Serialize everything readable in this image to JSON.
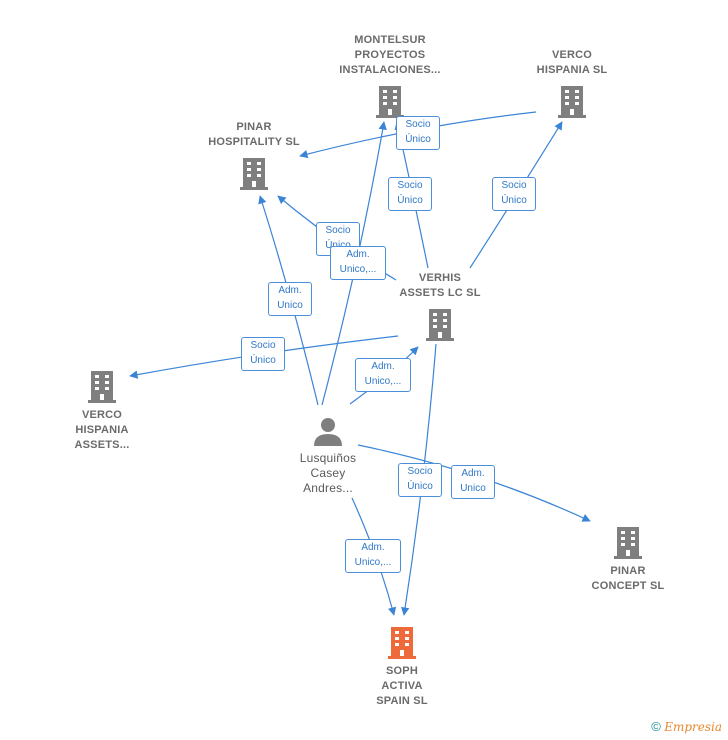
{
  "colors": {
    "building": "#7f7f7f",
    "building_highlight": "#ef6a3a",
    "edge": "#3a84d6",
    "person": "#7f7f7f"
  },
  "nodes": {
    "montelsur": {
      "lines": [
        "MONTELSUR",
        "PROYECTOS",
        "INSTALACIONES..."
      ]
    },
    "verco_hispania": {
      "lines": [
        "VERCO",
        "HISPANIA SL"
      ]
    },
    "pinar_hospitality": {
      "lines": [
        "PINAR",
        "HOSPITALITY SL"
      ]
    },
    "verhis": {
      "lines": [
        "VERHIS",
        "ASSETS LC  SL"
      ]
    },
    "verco_assets": {
      "lines": [
        "VERCO",
        "HISPANIA",
        "ASSETS..."
      ]
    },
    "person": {
      "lines": [
        "Lusquiños",
        "Casey",
        "Andres..."
      ]
    },
    "pinar_concept": {
      "lines": [
        "PINAR",
        "CONCEPT  SL"
      ]
    },
    "soph": {
      "lines": [
        "SOPH",
        "ACTIVA",
        "SPAIN  SL"
      ]
    }
  },
  "badges": [
    {
      "lines": [
        "Socio",
        "Único"
      ]
    },
    {
      "lines": [
        "Socio",
        "Único"
      ]
    },
    {
      "lines": [
        "Socio",
        "Único"
      ]
    },
    {
      "lines": [
        "Socio",
        "Único"
      ]
    },
    {
      "lines": [
        "Adm.",
        "Unico,..."
      ]
    },
    {
      "lines": [
        "Adm.",
        "Unico"
      ]
    },
    {
      "lines": [
        "Socio",
        "Único"
      ]
    },
    {
      "lines": [
        "Adm.",
        "Unico,..."
      ]
    },
    {
      "lines": [
        "Socio",
        "Único"
      ]
    },
    {
      "lines": [
        "Adm.",
        "Unico"
      ]
    },
    {
      "lines": [
        "Adm.",
        "Unico,..."
      ]
    }
  ],
  "footer": {
    "copyright": "©",
    "brand": "Empresia"
  }
}
